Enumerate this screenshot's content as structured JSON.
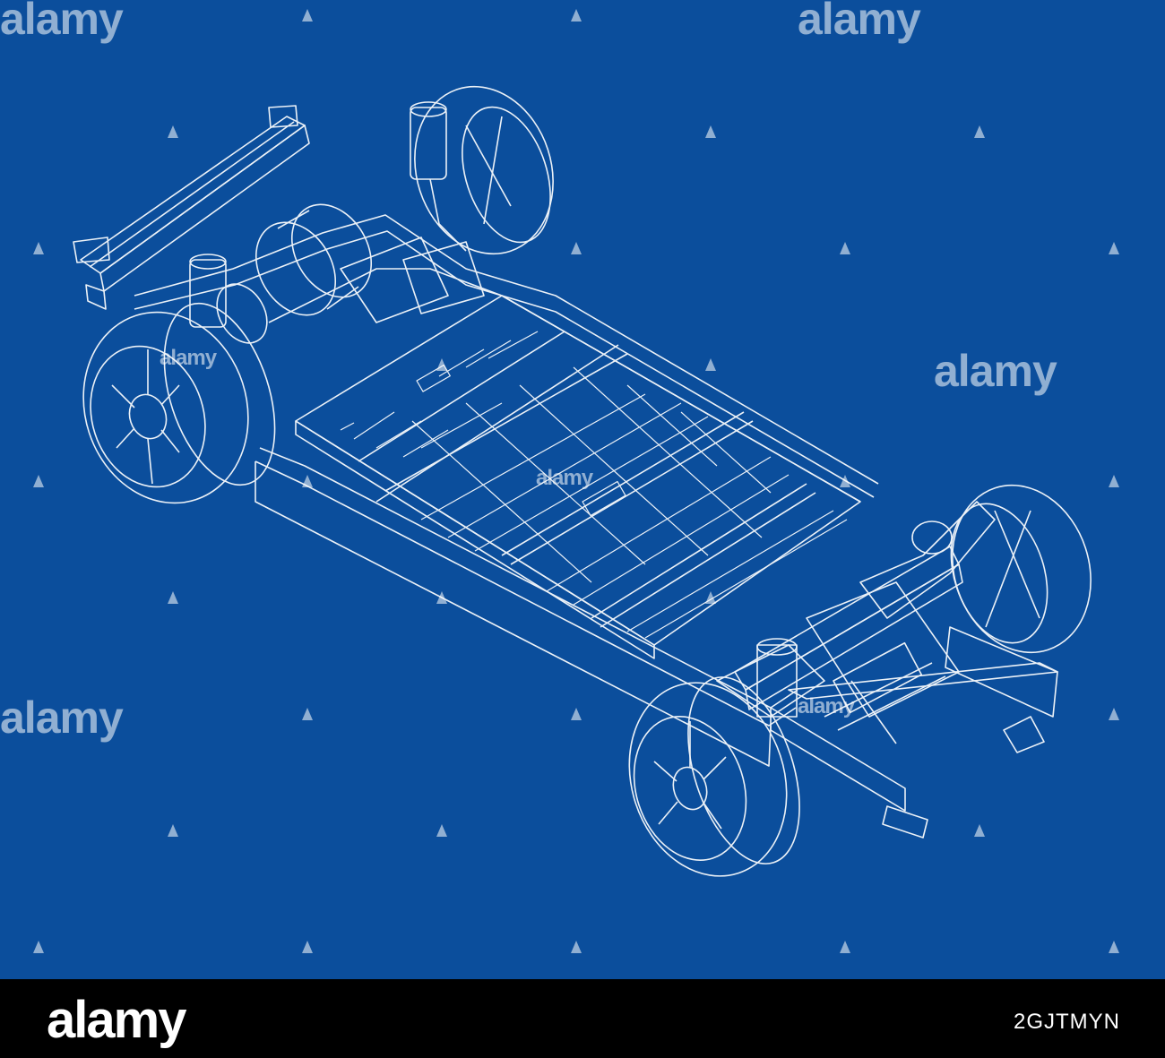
{
  "watermark": {
    "text": "alamy"
  },
  "footer": {
    "brand": "alamy",
    "image_code": "2GJTMYN"
  },
  "colors": {
    "background": "#0b4e9c",
    "lines": "#ffffff",
    "footer": "#000000"
  }
}
